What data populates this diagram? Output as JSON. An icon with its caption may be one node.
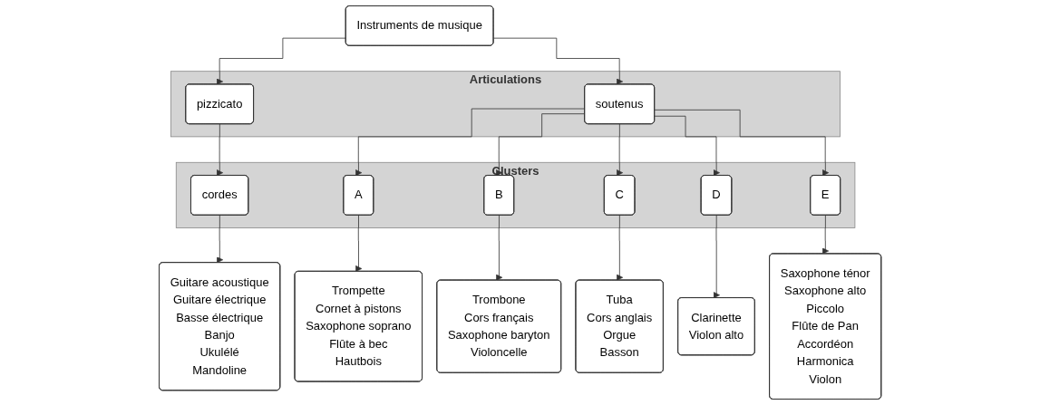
{
  "diagram": {
    "nodes": [
      {
        "text": [
          "Instruments de musique"
        ]
      },
      {
        "text": [
          "Articulations"
        ]
      },
      {
        "text": [
          "pizzicato"
        ],
        "in": 1
      },
      {
        "text": [
          "soutenus"
        ],
        "in": 1
      },
      {
        "text": [
          "Clusters"
        ]
      },
      {
        "text": [
          "cordes"
        ],
        "in": 4
      },
      {
        "text": [
          "A"
        ],
        "in": 4
      },
      {
        "text": [
          "B"
        ],
        "in": 4
      },
      {
        "text": [
          "C"
        ],
        "in": 4
      },
      {
        "text": [
          "D"
        ],
        "in": 4
      },
      {
        "text": [
          "E"
        ],
        "in": 4
      },
      {
        "text": [
          "Guitare acoustique",
          "Guitare électrique",
          "Basse électrique",
          "Banjo",
          "Ukulélé",
          "Mandoline"
        ]
      },
      {
        "text": [
          "Trompette",
          "Cornet à pistons",
          "Saxophone soprano",
          "Flûte à bec",
          "Hautbois"
        ]
      },
      {
        "text": [
          "Trombone",
          "Cors français",
          "Saxophone baryton",
          "Violoncelle"
        ]
      },
      {
        "text": [
          "Tuba",
          "Cors anglais",
          "Orgue",
          "Basson"
        ]
      },
      {
        "text": [
          "Clarinette",
          "Violon alto"
        ]
      },
      {
        "text": [
          "Saxophone ténor",
          "Saxophone alto",
          "Piccolo",
          "Flûte de Pan",
          "Accordéon",
          "Harmonica",
          "Violon"
        ]
      }
    ],
    "edges": [
      {
        "from": 0,
        "to": 2,
        "arrow": "to"
      },
      {
        "from": 0,
        "to": 3,
        "arrow": "to"
      },
      {
        "from": 2,
        "to": 5,
        "arrow": "to"
      },
      {
        "from": 3,
        "to": 6,
        "arrow": "to"
      },
      {
        "from": 3,
        "to": 7,
        "arrow": "to"
      },
      {
        "from": 3,
        "to": 8,
        "arrow": "to"
      },
      {
        "from": 3,
        "to": 9,
        "arrow": "to"
      },
      {
        "from": 3,
        "to": 10,
        "arrow": "to"
      },
      {
        "from": 5,
        "to": 11,
        "arrow": "to"
      },
      {
        "from": 6,
        "to": 12,
        "arrow": "to"
      },
      {
        "from": 7,
        "to": 13,
        "arrow": "to"
      },
      {
        "from": 8,
        "to": 14,
        "arrow": "to"
      },
      {
        "from": 9,
        "to": 15,
        "arrow": "to"
      },
      {
        "from": 10,
        "to": 16,
        "arrow": "to"
      }
    ]
  }
}
